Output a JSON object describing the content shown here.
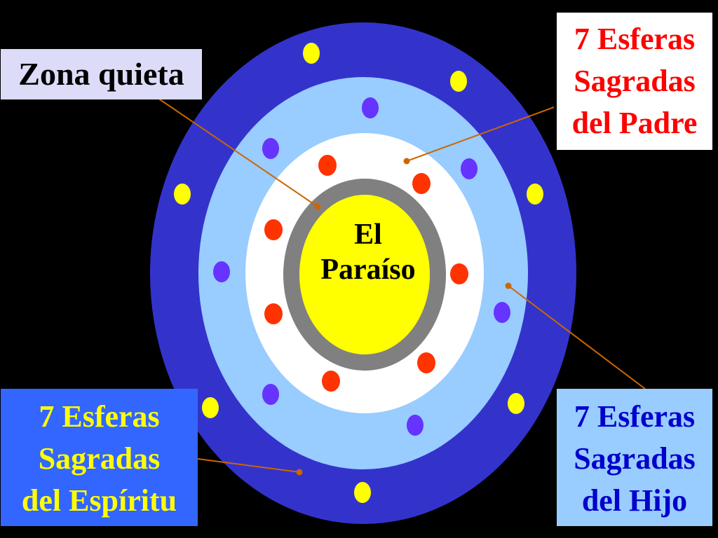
{
  "center": {
    "line1": "El",
    "line2": "Paraíso"
  },
  "labels": {
    "zona": {
      "text": "Zona quieta"
    },
    "padre": {
      "line1": "7 Esferas",
      "line2": "Sagradas",
      "line3": "del Padre"
    },
    "espiritu": {
      "line1": "7 Esferas",
      "line2": "Sagradas",
      "line3": "del Espíritu"
    },
    "hijo": {
      "line1": "7 Esferas",
      "line2": "Sagradas",
      "line3": "del Hijo"
    }
  },
  "colors": {
    "background": "#000000",
    "outer_ring": "#3333cc",
    "middle_ring": "#99ccff",
    "inner_ring": "#ffffff",
    "quiet_zone": "#808080",
    "paradise": "#ffff00",
    "spirit_spheres": "#ffff00",
    "son_spheres": "#6633ff",
    "father_spheres": "#ff3300",
    "leader_lines": "#cc6600"
  }
}
